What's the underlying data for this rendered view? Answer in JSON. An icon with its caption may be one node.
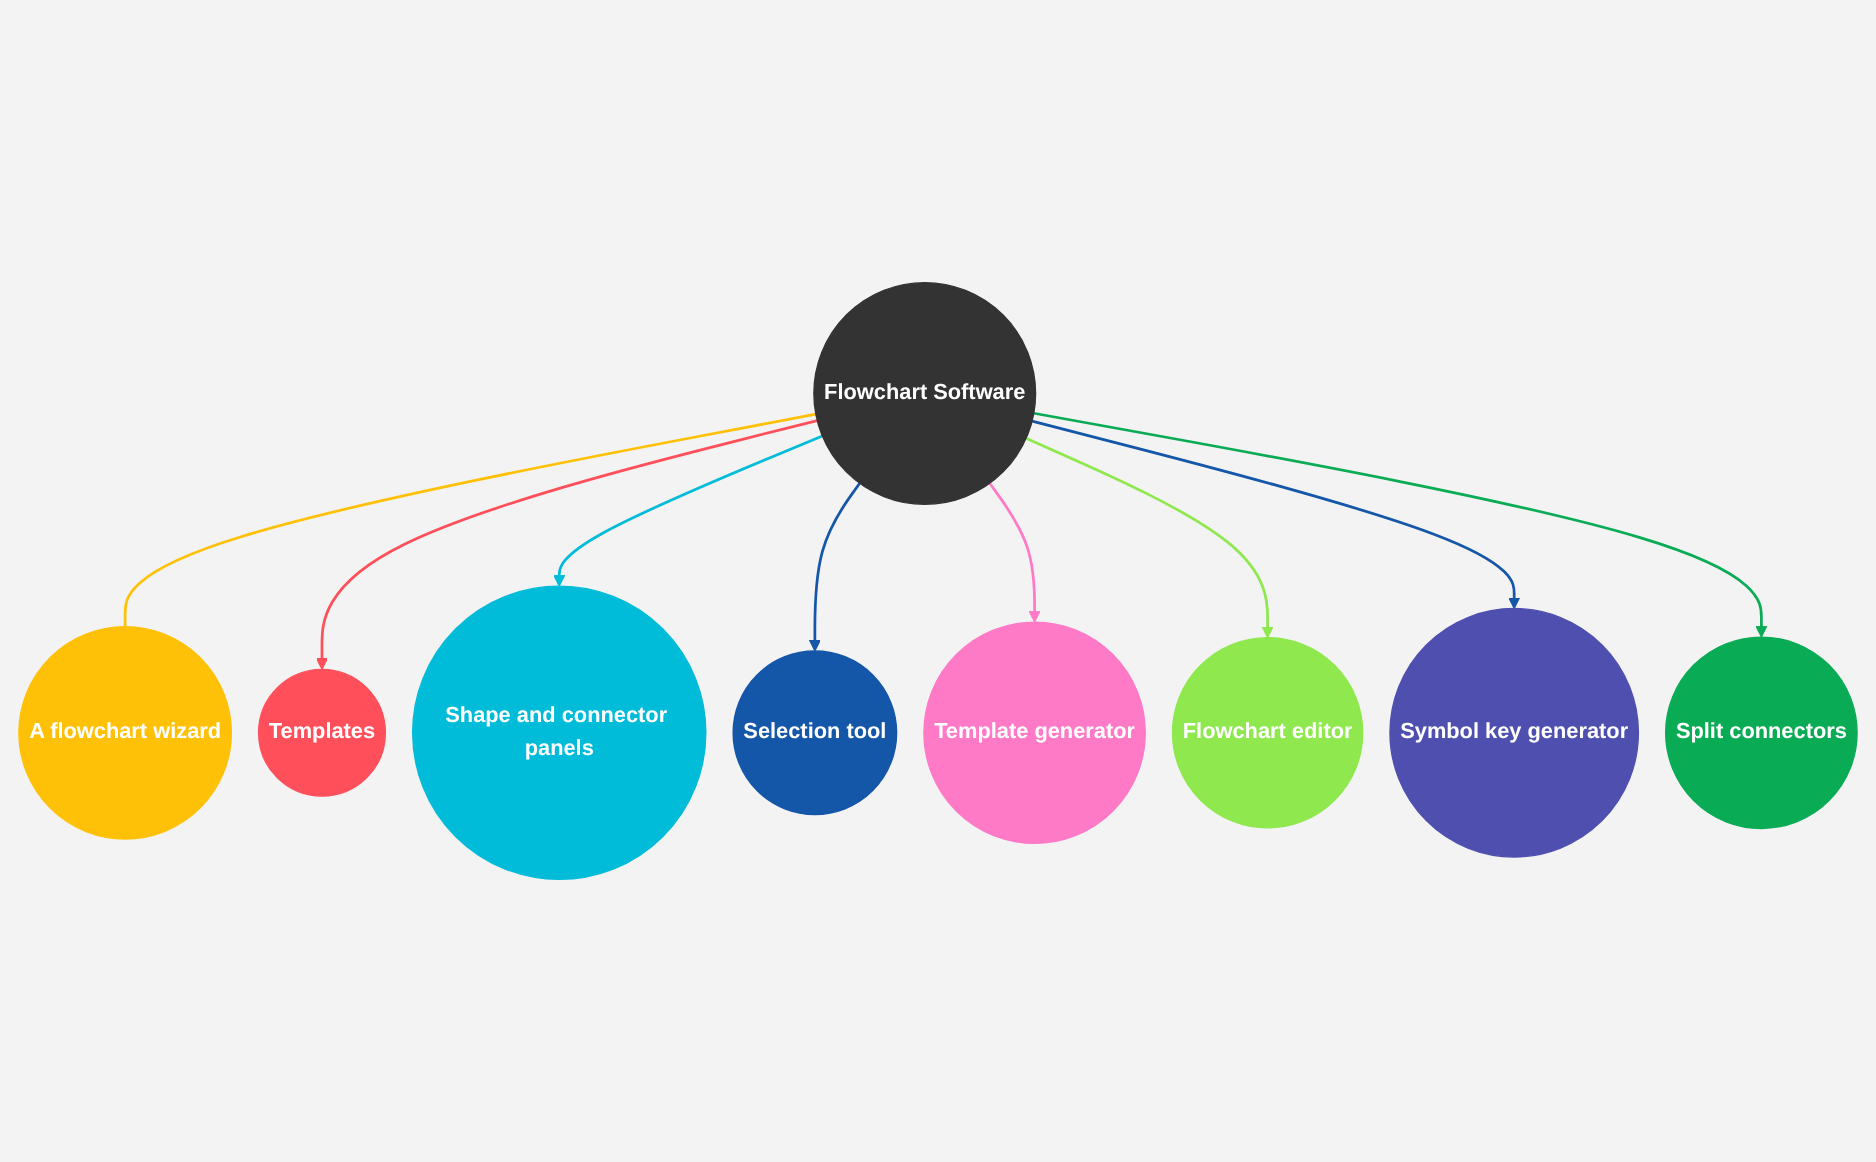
{
  "diagram": {
    "nodes": [
      {
        "text": [
          "Flowchart Software"
        ]
      },
      {
        "text": [
          "A flowchart wizard"
        ]
      },
      {
        "text": [
          "Templates"
        ]
      },
      {
        "text": [
          "Shape and connector panels"
        ]
      },
      {
        "text": [
          "Selection tool"
        ]
      },
      {
        "text": [
          "Template generator"
        ]
      },
      {
        "text": [
          "Flowchart editor"
        ]
      },
      {
        "text": [
          "Symbol key generator"
        ]
      },
      {
        "text": [
          "Split connectors"
        ]
      }
    ],
    "edges": [
      {
        "from": 0,
        "to": 1,
        "arrow": "none",
        "color": "#ffc107"
      },
      {
        "from": 0,
        "to": 2,
        "arrow": "to",
        "color": "#ff4f5a"
      },
      {
        "from": 0,
        "to": 3,
        "arrow": "to",
        "color": "#00bcd9"
      },
      {
        "from": 0,
        "to": 4,
        "arrow": "to",
        "color": "#1456a8"
      },
      {
        "from": 0,
        "to": 5,
        "arrow": "to",
        "color": "#ff7ac6"
      },
      {
        "from": 0,
        "to": 6,
        "arrow": "to",
        "color": "#8ee84e"
      },
      {
        "from": 0,
        "to": 7,
        "arrow": "to",
        "color": "#1456a8"
      },
      {
        "from": 0,
        "to": 8,
        "arrow": "to",
        "color": "#0aab55"
      }
    ]
  }
}
